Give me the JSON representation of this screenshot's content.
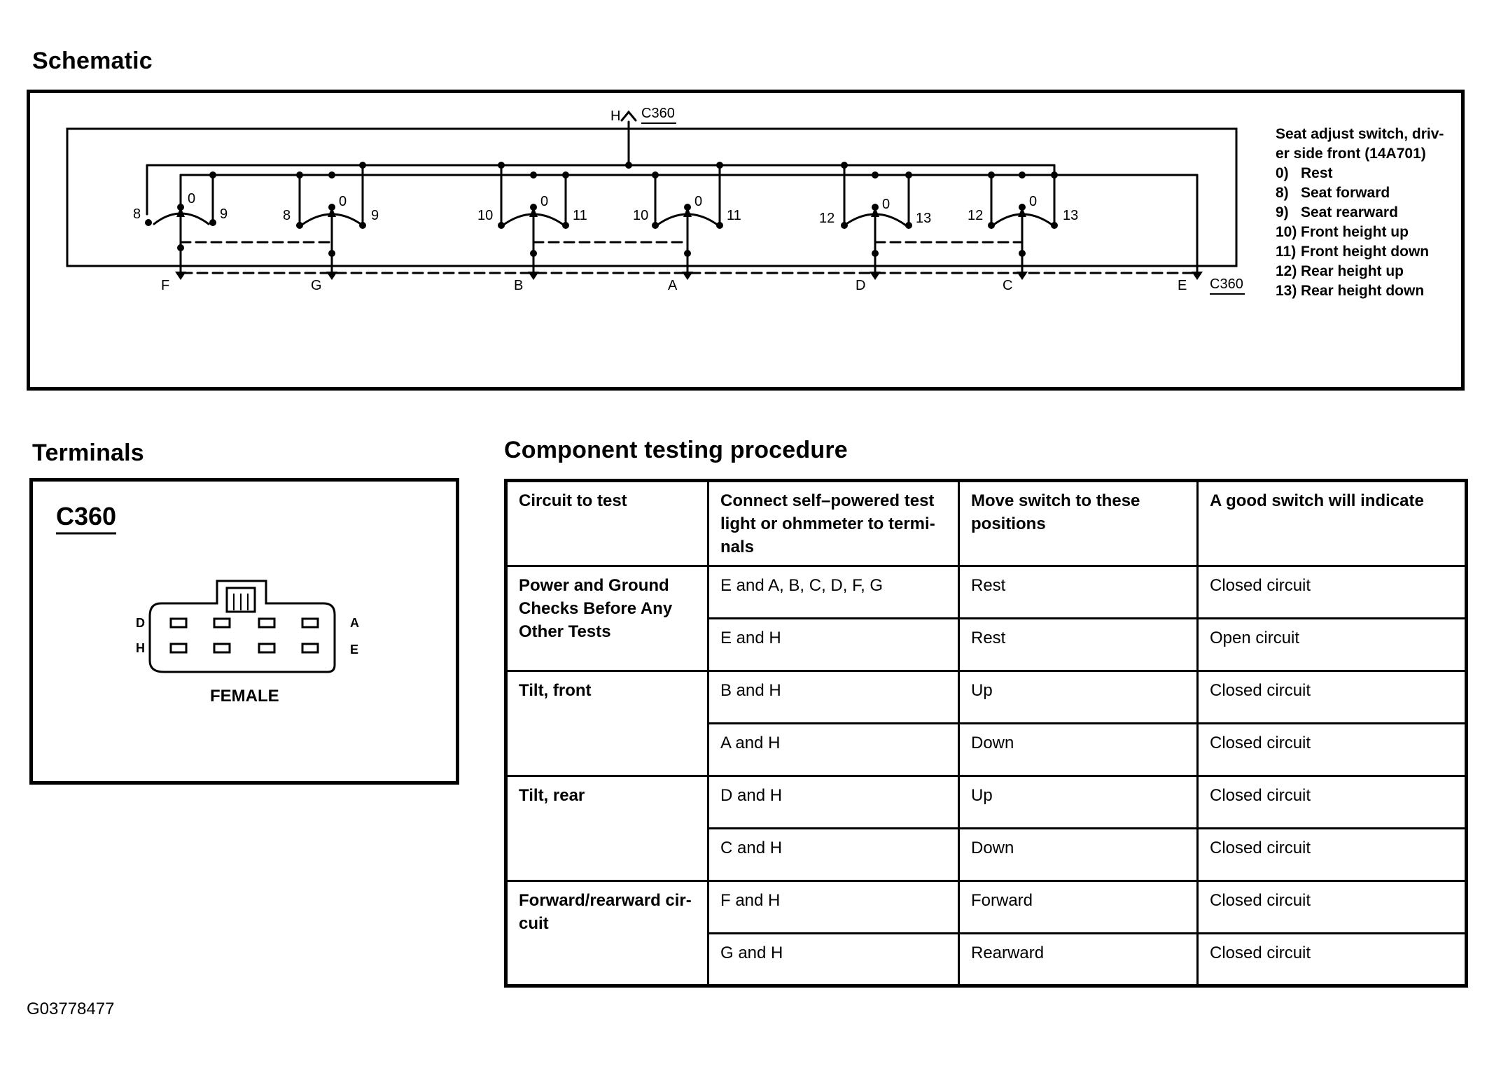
{
  "titles": {
    "schematic": "Schematic",
    "terminals": "Terminals",
    "procedure": "Component testing procedure"
  },
  "schematic": {
    "connector": "C360",
    "pins": [
      "H",
      "F",
      "G",
      "B",
      "A",
      "D",
      "C",
      "E"
    ],
    "switch_labels": [
      {
        "left": "8",
        "mid": "0",
        "right": "9"
      },
      {
        "left": "8",
        "mid": "0",
        "right": "9"
      },
      {
        "left": "10",
        "mid": "0",
        "right": "11"
      },
      {
        "left": "10",
        "mid": "0",
        "right": "11"
      },
      {
        "left": "12",
        "mid": "0",
        "right": "13"
      },
      {
        "left": "12",
        "mid": "0",
        "right": "13"
      }
    ],
    "legend": {
      "title_line1": "Seat adjust switch, driv-",
      "title_line2": "er side front (14A701)",
      "items": [
        {
          "num": "0)",
          "text": "Rest"
        },
        {
          "num": "8)",
          "text": "Seat forward"
        },
        {
          "num": "9)",
          "text": "Seat rearward"
        },
        {
          "num": "10)",
          "text": "Front height up"
        },
        {
          "num": "11)",
          "text": "Front height down"
        },
        {
          "num": "12)",
          "text": "Rear height up"
        },
        {
          "num": "13)",
          "text": "Rear height down"
        }
      ]
    }
  },
  "terminals": {
    "connector": "C360",
    "label": "FEMALE",
    "pin_labels": {
      "top_left": "D",
      "bottom_left": "H",
      "top_right": "A",
      "bottom_right": "E"
    }
  },
  "procedure": {
    "headers": [
      "Circuit to test",
      "Connect self–powered test light or ohmmeter to termi-nals",
      "Move switch to these positions",
      "A good switch will indicate"
    ],
    "groups": [
      {
        "circuit": "Power and Ground Checks Before Any Other Tests",
        "rows": [
          [
            "E and A, B, C, D, F, G",
            "Rest",
            "Closed circuit"
          ],
          [
            "E and H",
            "Rest",
            "Open circuit"
          ]
        ]
      },
      {
        "circuit": "Tilt, front",
        "rows": [
          [
            "B and H",
            "Up",
            "Closed circuit"
          ],
          [
            "A and H",
            "Down",
            "Closed circuit"
          ]
        ]
      },
      {
        "circuit": "Tilt, rear",
        "rows": [
          [
            "D and H",
            "Up",
            "Closed circuit"
          ],
          [
            "C and H",
            "Down",
            "Closed circuit"
          ]
        ]
      },
      {
        "circuit": "Forward/rearward cir-cuit",
        "rows": [
          [
            "F and H",
            "Forward",
            "Closed circuit"
          ],
          [
            "G and H",
            "Rearward",
            "Closed circuit"
          ]
        ]
      }
    ]
  },
  "figure_id": "G03778477"
}
